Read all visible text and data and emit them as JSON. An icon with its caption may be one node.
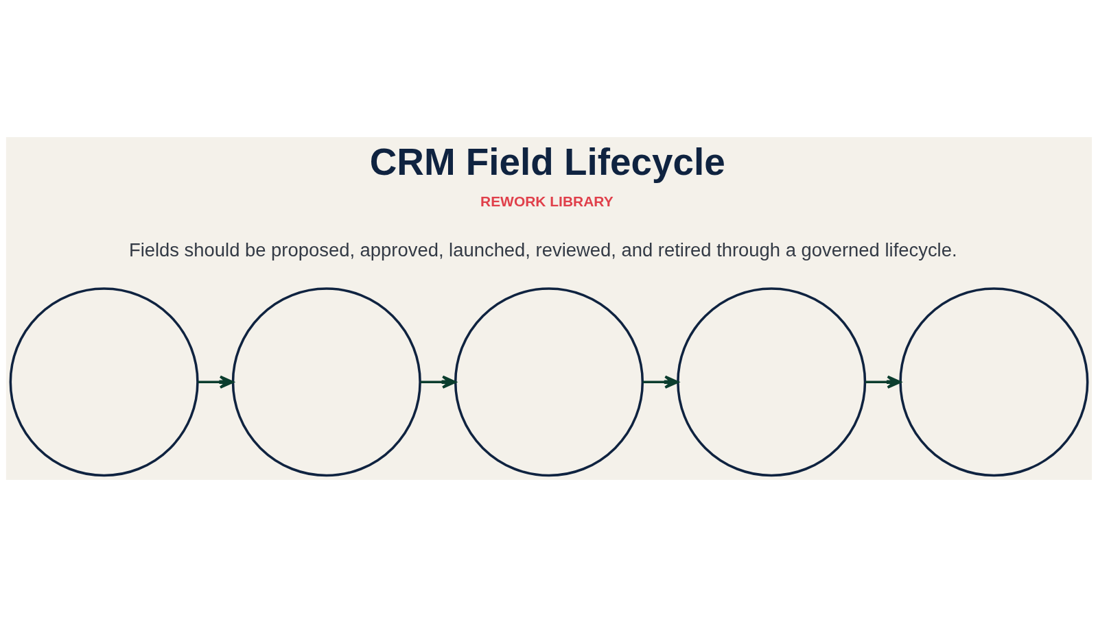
{
  "diagram": {
    "title": "CRM Field Lifecycle",
    "nodes": [
      {
        "text": [],
        "shape": "circle"
      },
      {
        "text": [],
        "shape": "circle"
      },
      {
        "text": [],
        "shape": "circle"
      },
      {
        "text": [],
        "shape": "circle"
      },
      {
        "text": [],
        "shape": "circle"
      }
    ],
    "edges": [
      {
        "from": 0,
        "to": 1,
        "arrow": "to"
      },
      {
        "from": 1,
        "to": 2,
        "arrow": "to"
      },
      {
        "from": 2,
        "to": 3,
        "arrow": "to"
      },
      {
        "from": 3,
        "to": 4,
        "arrow": "to"
      }
    ],
    "labels": [
      "REWORK LIBRARY",
      "Fields should be proposed, approved, launched, reviewed, and retired through a governed lifecycle."
    ]
  }
}
